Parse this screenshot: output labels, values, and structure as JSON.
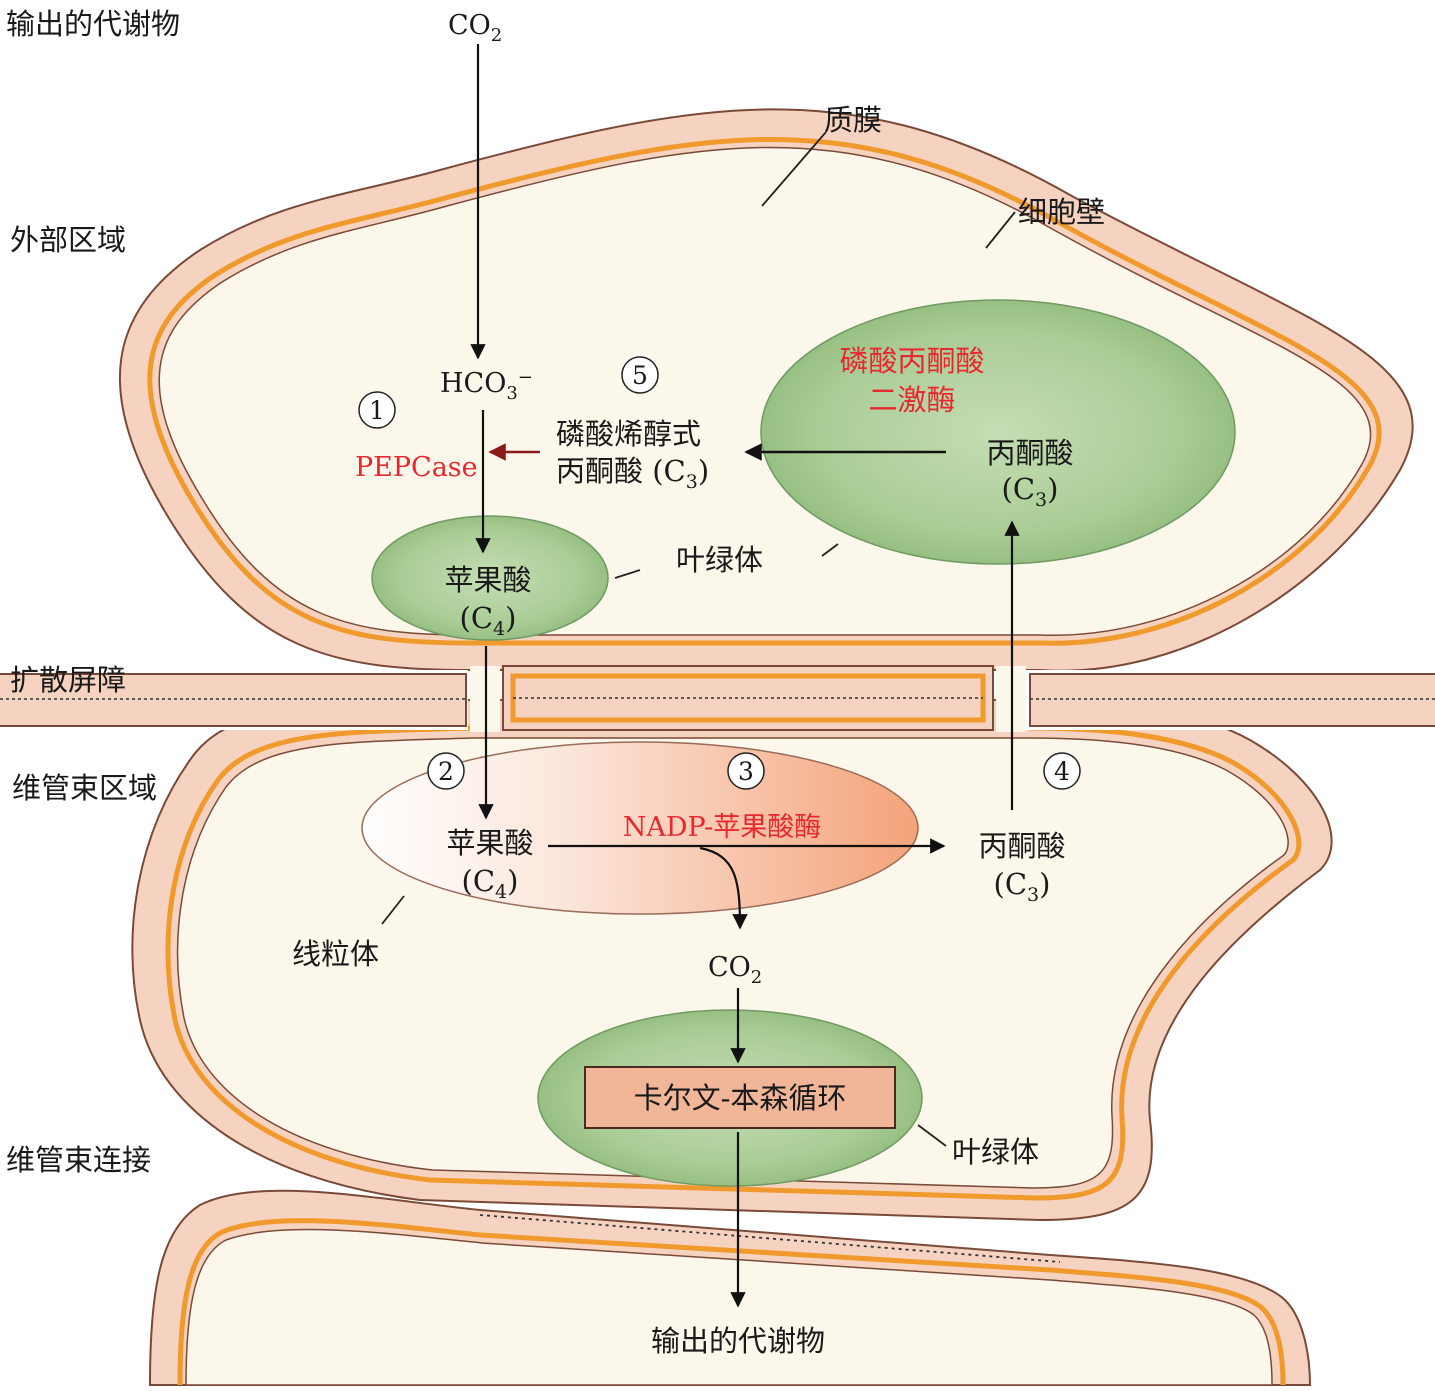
{
  "regions": {
    "export_top": "输出的代谢物",
    "outer": "外部区域",
    "barrier": "扩散屏障",
    "bundle_sheath": "维管束区域",
    "vascular_connection": "维管束连接"
  },
  "labels": {
    "plasma_membrane": "质膜",
    "cell_wall": "细胞壁",
    "chloroplast_upper": "叶绿体",
    "chloroplast_lower": "叶绿体",
    "mitochondrion": "线粒体",
    "export_bottom": "输出的代谢物"
  },
  "metabolites": {
    "co2_top": "CO",
    "co2_top_sub": "2",
    "hco3": "HCO",
    "hco3_sub": "3",
    "hco3_sup": "−",
    "pep_line1": "磷酸烯醇式",
    "pep_line2": "丙酮酸 (C",
    "pep_sub": "3",
    "malate_upper": "苹果酸",
    "malate_upper_c": "(C",
    "malate_upper_sub": "4",
    "pyruvate_upper": "丙酮酸",
    "pyruvate_upper_c": "(C",
    "pyruvate_upper_sub": "3",
    "malate_lower": "苹果酸",
    "malate_lower_c": "(C",
    "malate_lower_sub": "4",
    "pyruvate_lower": "丙酮酸",
    "pyruvate_lower_c": "(C",
    "pyruvate_lower_sub": "3",
    "co2_lower": "CO",
    "co2_lower_sub": "2",
    "calvin": "卡尔文-本森循环"
  },
  "enzymes": {
    "pepcase": "PEPCase",
    "ppdk_line1": "磷酸丙酮酸",
    "ppdk_line2": "二激酶",
    "nadp_me": "NADP-苹果酸酶"
  },
  "steps": [
    "1",
    "2",
    "3",
    "4",
    "5"
  ],
  "colors": {
    "wall_fill": "#f6d3c0",
    "wall_stroke": "#7a4a38",
    "membrane": "#f09a2e",
    "cytoplasm": "#fbf7ea",
    "chloroplast": "#9fc48a",
    "enzyme_red": "#e8282e",
    "calvin_fill": "#f1b598"
  }
}
